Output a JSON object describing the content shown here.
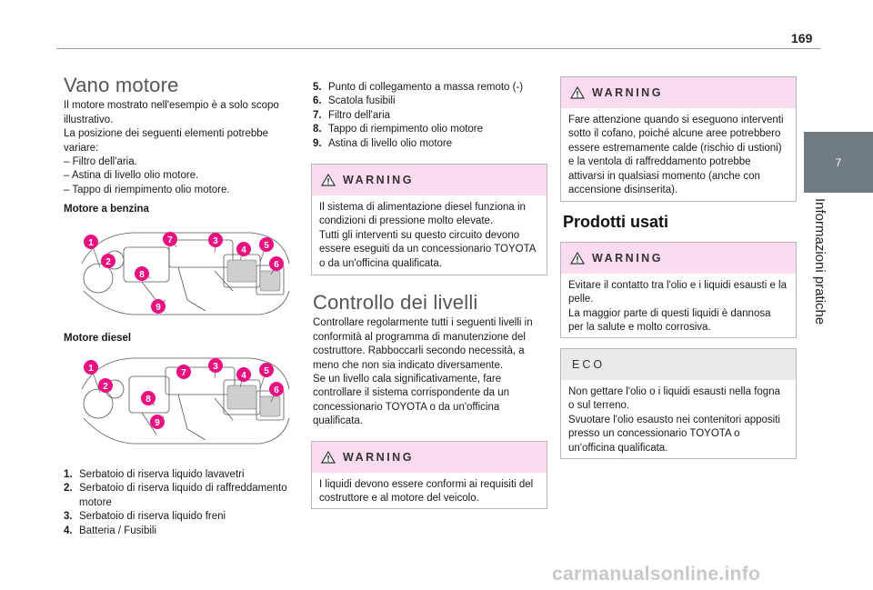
{
  "page": {
    "number": "169"
  },
  "side_tab": {
    "chapter": "7",
    "title": "Informazioni pratiche"
  },
  "col1": {
    "title": "Vano motore",
    "intro": [
      "Il motore mostrato nell'esempio è a solo scopo illustrativo.",
      "La posizione dei seguenti elementi potrebbe variare:",
      "–  Filtro dell'aria.",
      "–  Astina di livello olio motore.",
      "–  Tappo di riempimento olio motore."
    ],
    "petrol_heading": "Motore a benzina",
    "diesel_heading": "Motore diesel",
    "callout_labels": [
      "1",
      "2",
      "3",
      "4",
      "5",
      "6",
      "7",
      "8",
      "9"
    ],
    "list": [
      {
        "num": "1.",
        "text": "Serbatoio di riserva liquido lavavetri"
      },
      {
        "num": "2.",
        "text": "Serbatoio di riserva liquido di raffreddamento motore"
      },
      {
        "num": "3.",
        "text": "Serbatoio di riserva liquido freni"
      },
      {
        "num": "4.",
        "text": "Batteria / Fusibili"
      }
    ]
  },
  "col2": {
    "list": [
      {
        "num": "5.",
        "text": "Punto di collegamento a massa remoto (-)"
      },
      {
        "num": "6.",
        "text": "Scatola fusibili"
      },
      {
        "num": "7.",
        "text": "Filtro dell'aria"
      },
      {
        "num": "8.",
        "text": "Tappo di riempimento olio motore"
      },
      {
        "num": "9.",
        "text": "Astina di livello olio motore"
      }
    ],
    "warning1": {
      "title": "WARNING",
      "text": "Il sistema di alimentazione diesel funziona in condizioni di pressione molto elevate.\nTutti gli interventi su questo circuito devono essere eseguiti da un concessionario TOYOTA o da un'officina qualificata."
    },
    "section_title": "Controllo dei livelli",
    "section_text": "Controllare regolarmente tutti i seguenti livelli in conformità al programma di manutenzione del costruttore. Rabboccarli secondo necessità, a meno che non sia indicato diversamente.\nSe un livello cala significativamente, fare controllare il sistema corrispondente da un concessionario TOYOTA o da un'officina qualificata.",
    "warning2": {
      "title": "WARNING",
      "text": "I liquidi devono essere conformi ai requisiti del costruttore e al motore del veicolo."
    }
  },
  "col3": {
    "warning1": {
      "title": "WARNING",
      "text": "Fare attenzione quando si eseguono interventi sotto il cofano, poiché alcune aree potrebbero essere estremamente calde (rischio di ustioni) e la ventola di raffreddamento potrebbe attivarsi in qualsiasi momento (anche con accensione disinserita)."
    },
    "section_title": "Prodotti usati",
    "warning2": {
      "title": "WARNING",
      "text": "Evitare il contatto tra l'olio e i liquidi esausti e la pelle.\nLa maggior parte di questi liquidi è dannosa per la salute e molto corrosiva."
    },
    "eco": {
      "title": "ECO",
      "text": "Non gettare l'olio o i liquidi esausti nella fogna o sul terreno.\nSvuotare l'olio esausto nei contenitori appositi presso un concessionario TOYOTA o un'officina qualificata."
    }
  },
  "watermark": "carmanualsonline.info",
  "colors": {
    "callout": "#e8117f",
    "warning_header": "#fbdcee",
    "tab": "#707b80"
  }
}
